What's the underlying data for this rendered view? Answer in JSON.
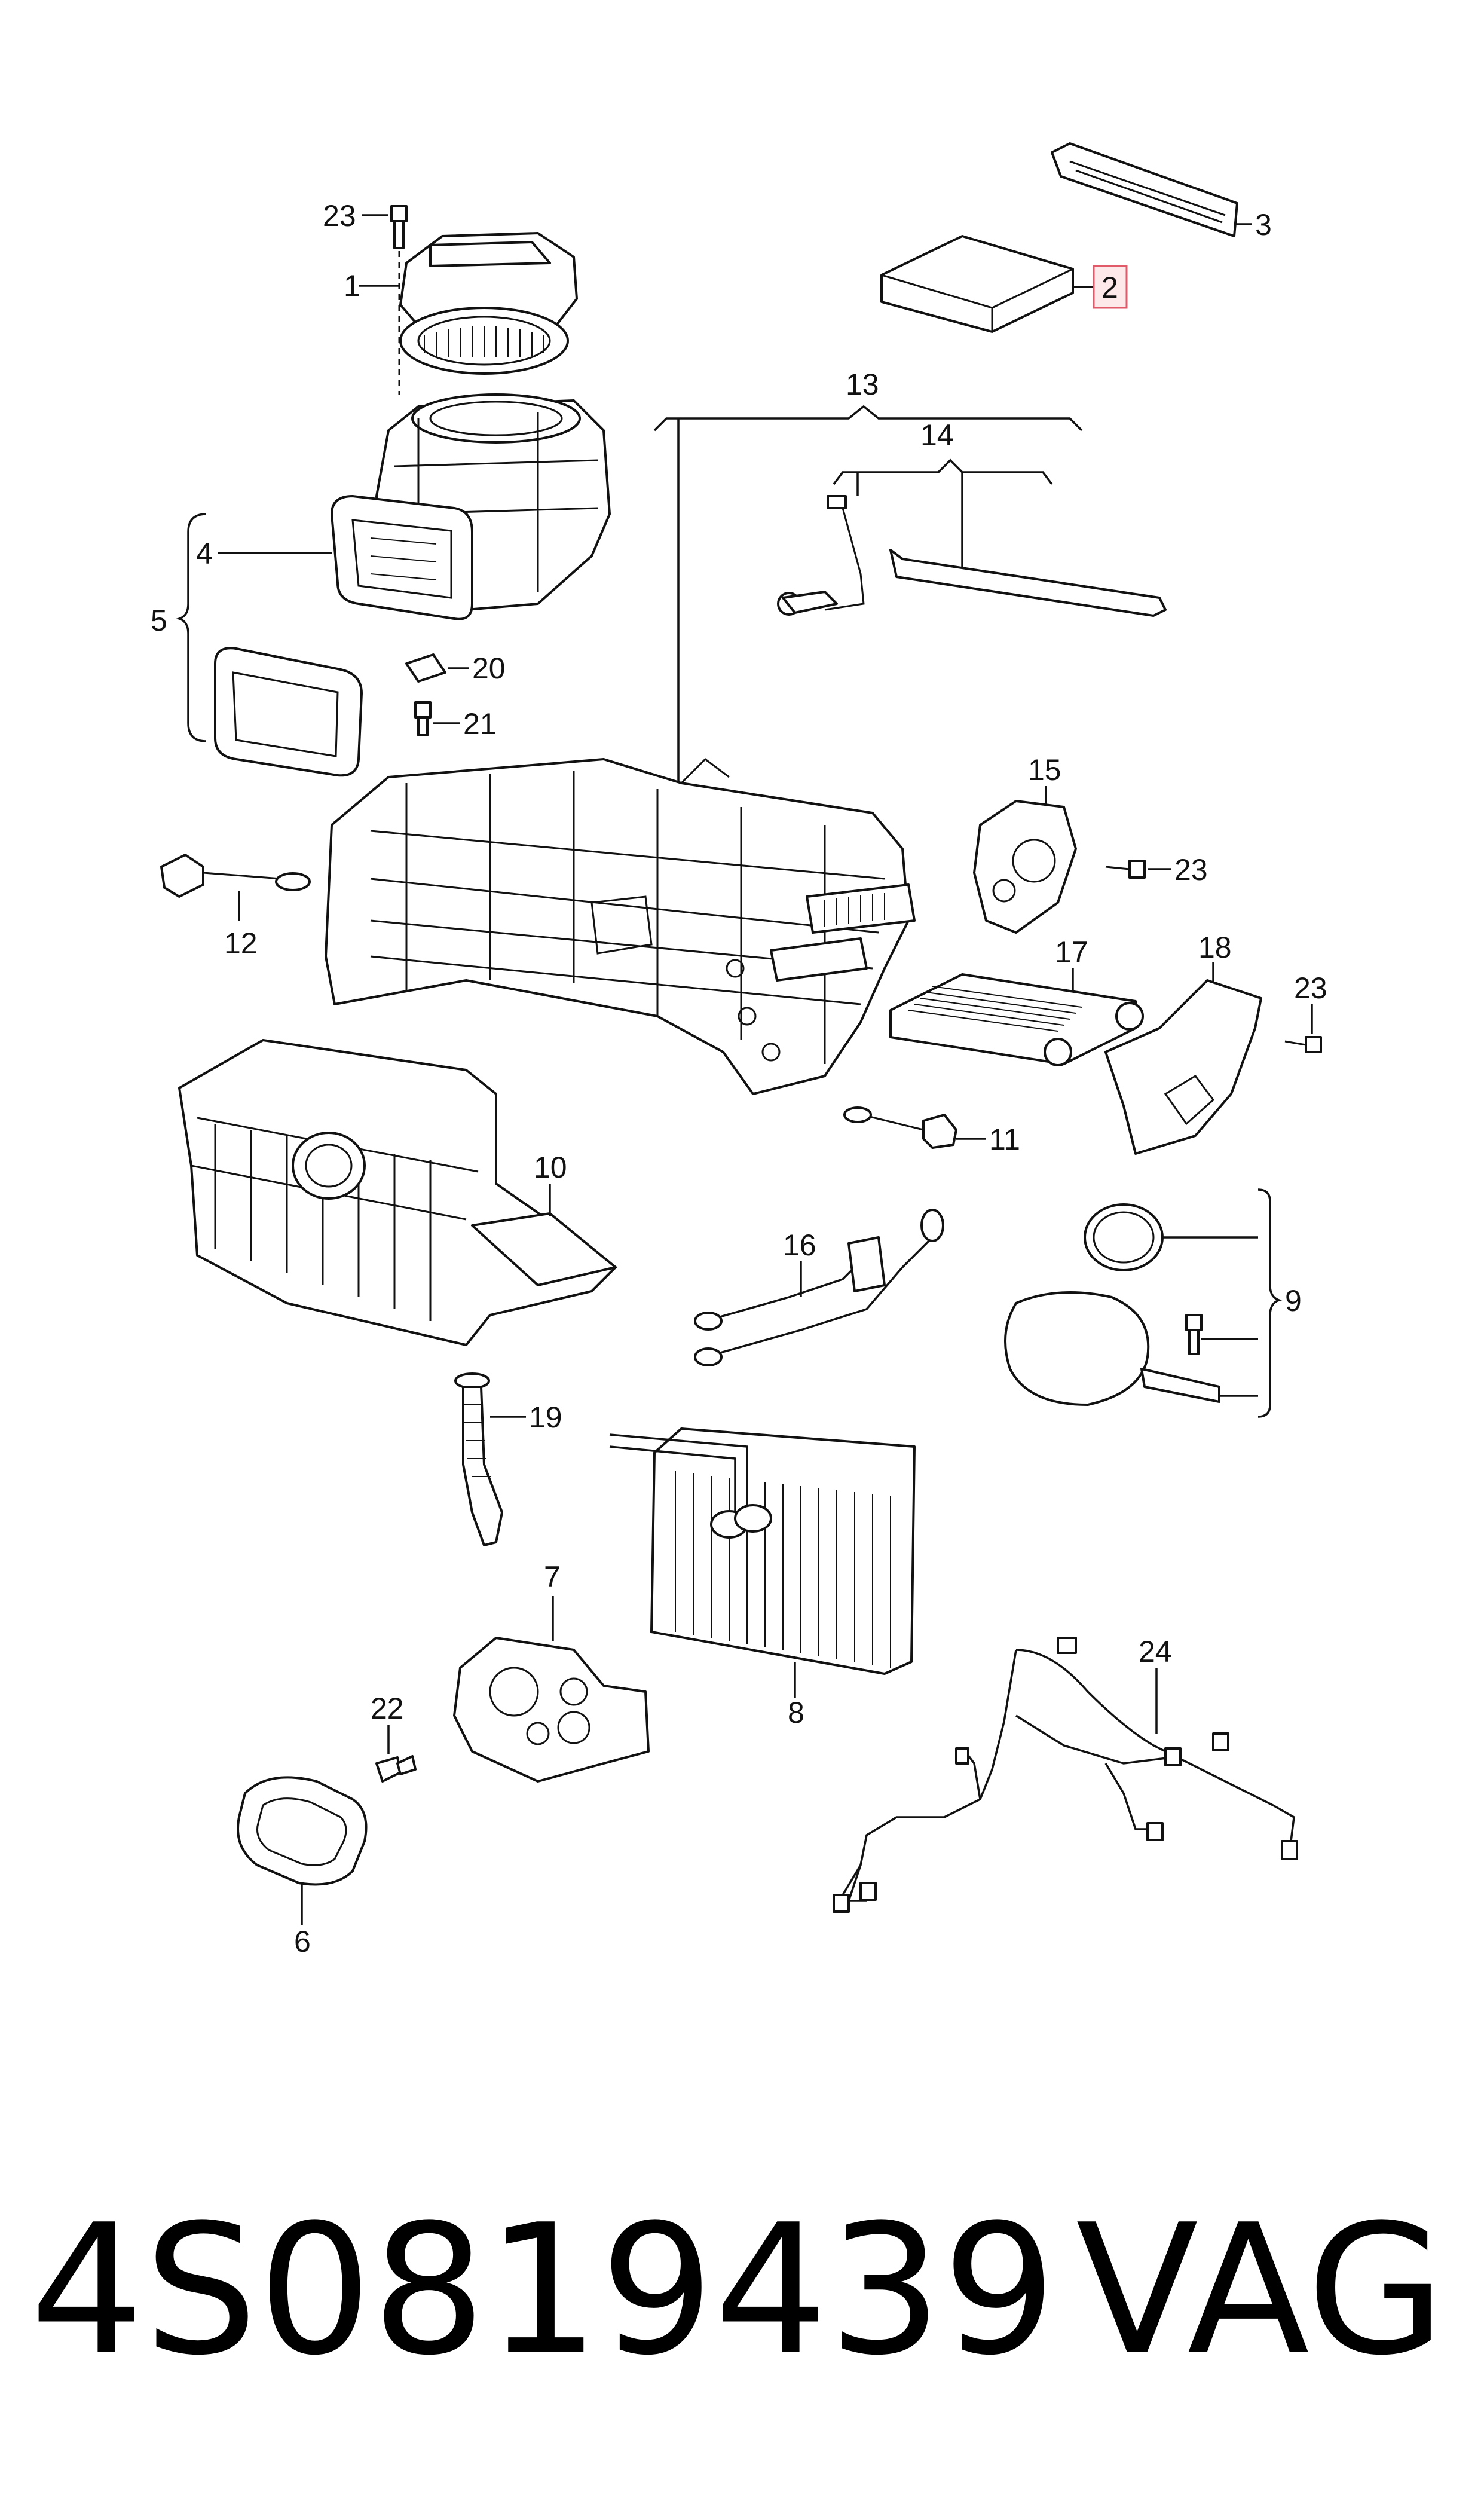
{
  "callouts": {
    "c1": "1",
    "c2": "2",
    "c3": "3",
    "c4": "4",
    "c5": "5",
    "c6": "6",
    "c7": "7",
    "c8": "8",
    "c9": "9",
    "c10": "10",
    "c11": "11",
    "c12": "12",
    "c13": "13",
    "c14": "14",
    "c15": "15",
    "c16": "16",
    "c17": "17",
    "c18": "18",
    "c19": "19",
    "c20": "20",
    "c21": "21",
    "c22": "22",
    "c23a": "23",
    "c23b": "23",
    "c23c": "23",
    "c24": "24"
  },
  "highlighted_part": "2",
  "footer": {
    "part_number": "4S0819439",
    "brand": "VAG"
  },
  "colors": {
    "line": "#111111",
    "highlight_fill": "#fde8ea",
    "highlight_border": "#e05a6a",
    "background": "#ffffff"
  }
}
